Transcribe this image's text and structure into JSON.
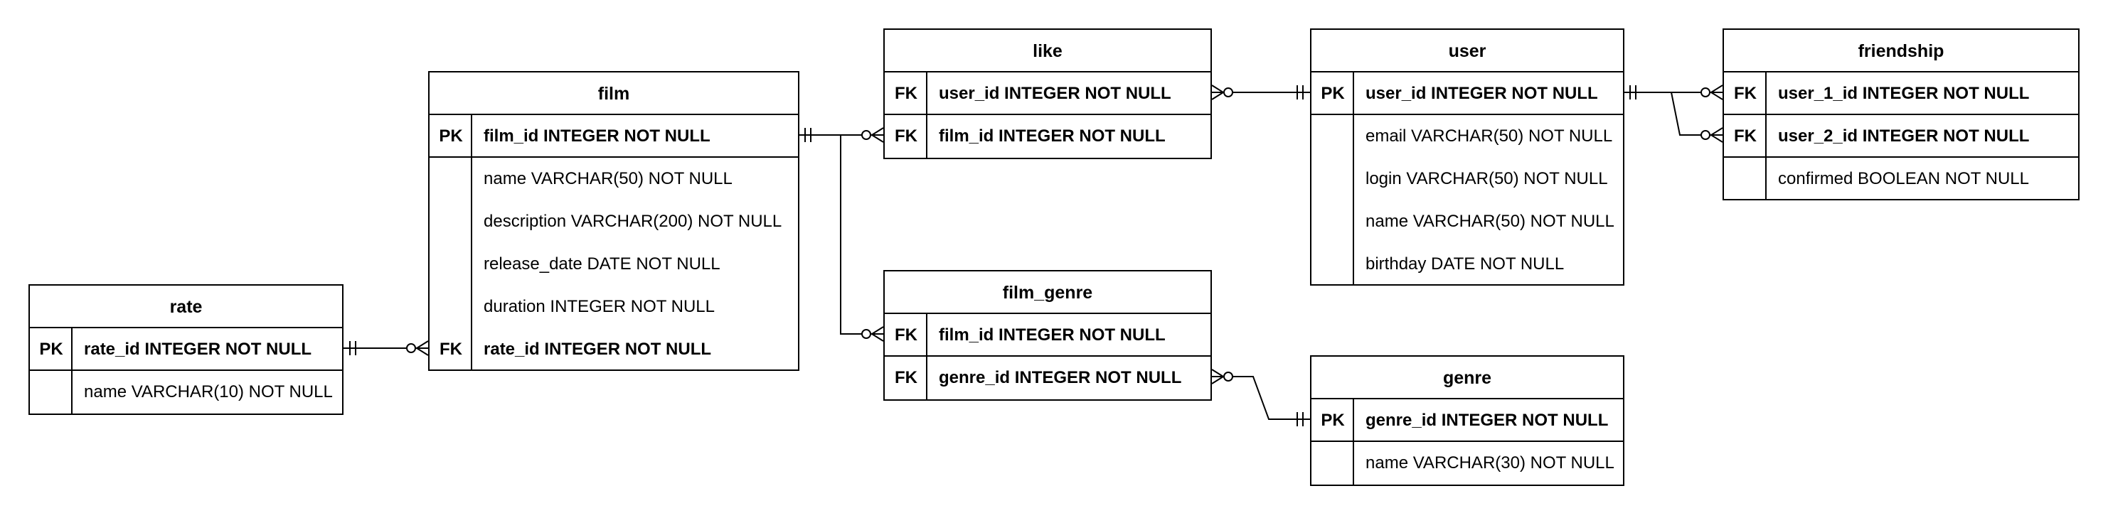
{
  "entities": {
    "rate": {
      "title": "rate",
      "rows": [
        {
          "key": "PK",
          "field": "rate_id INTEGER NOT NULL"
        },
        {
          "key": "",
          "field": "name VARCHAR(10) NOT NULL"
        }
      ]
    },
    "film": {
      "title": "film",
      "rows": [
        {
          "key": "PK",
          "field": "film_id INTEGER NOT NULL"
        },
        {
          "key": "",
          "field": "name VARCHAR(50) NOT NULL"
        },
        {
          "key": "",
          "field": "description VARCHAR(200) NOT NULL"
        },
        {
          "key": "",
          "field": "release_date DATE NOT NULL"
        },
        {
          "key": "",
          "field": "duration INTEGER NOT NULL"
        },
        {
          "key": "FK",
          "field": "rate_id INTEGER NOT NULL"
        }
      ]
    },
    "like": {
      "title": "like",
      "rows": [
        {
          "key": "FK",
          "field": "user_id INTEGER NOT NULL"
        },
        {
          "key": "FK",
          "field": "film_id INTEGER NOT NULL"
        }
      ]
    },
    "film_genre": {
      "title": "film_genre",
      "rows": [
        {
          "key": "FK",
          "field": "film_id INTEGER NOT NULL"
        },
        {
          "key": "FK",
          "field": "genre_id INTEGER NOT NULL"
        }
      ]
    },
    "user": {
      "title": "user",
      "rows": [
        {
          "key": "PK",
          "field": "user_id INTEGER NOT NULL"
        },
        {
          "key": "",
          "field": "email VARCHAR(50) NOT NULL"
        },
        {
          "key": "",
          "field": "login VARCHAR(50) NOT NULL"
        },
        {
          "key": "",
          "field": "name VARCHAR(50) NOT NULL"
        },
        {
          "key": "",
          "field": "birthday DATE NOT NULL"
        }
      ]
    },
    "genre": {
      "title": "genre",
      "rows": [
        {
          "key": "PK",
          "field": "genre_id INTEGER NOT NULL"
        },
        {
          "key": "",
          "field": "name VARCHAR(30) NOT NULL"
        }
      ]
    },
    "friendship": {
      "title": "friendship",
      "rows": [
        {
          "key": "FK",
          "field": "user_1_id INTEGER NOT NULL"
        },
        {
          "key": "FK",
          "field": "user_2_id INTEGER NOT NULL"
        },
        {
          "key": "",
          "field": "confirmed BOOLEAN NOT NULL"
        }
      ]
    }
  }
}
